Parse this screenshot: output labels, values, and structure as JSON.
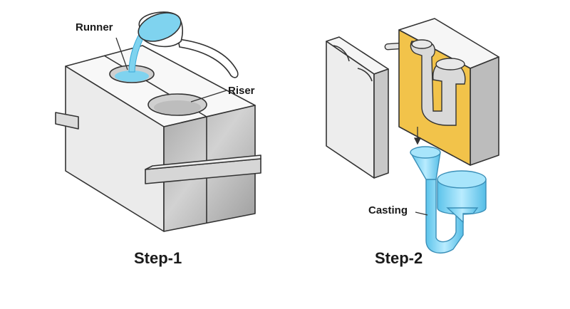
{
  "labels": {
    "runner": "Runner",
    "riser": "Riser",
    "casting": "Casting",
    "step1": "Step-1",
    "step2": "Step-2"
  },
  "colors": {
    "metal": "#7fd3ef",
    "metal_dark": "#3aaad8",
    "mold_core": "#f2c34a",
    "block_top": "#f7f7f7",
    "block_side": "#e4e4e4",
    "block_front": "#bfbfbf",
    "outline": "#333333"
  }
}
